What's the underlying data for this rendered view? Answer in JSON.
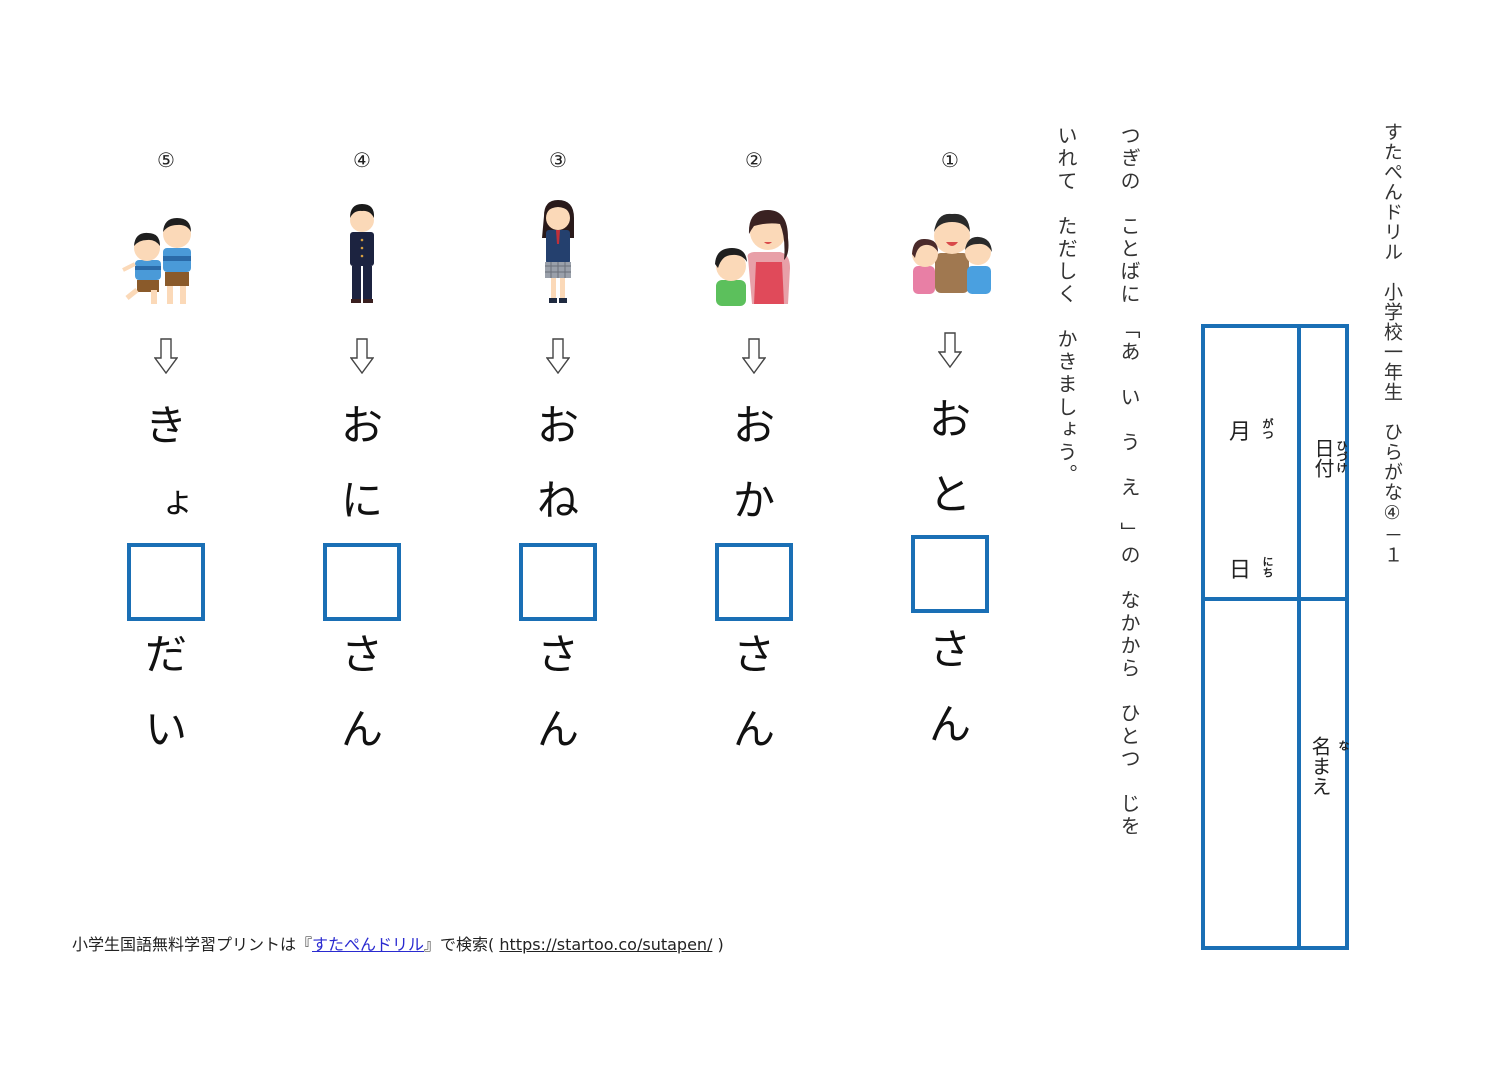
{
  "header": {
    "title": "すたぺんドリル　小学校一年生　ひらがな④－１"
  },
  "instructions": {
    "line1": "つぎの　ことばに　「あ　い　う　え　」の　なかから　ひとつ　じを",
    "line2": "いれて　ただしく　かきましょう。"
  },
  "info_table": {
    "date_label": "日付",
    "date_ruby": "ひづけ",
    "month_label": "月",
    "month_ruby": "がつ",
    "day_label": "日",
    "day_ruby": "にち",
    "name_label": "名まえ",
    "name_ruby": "な",
    "date_value": "",
    "name_value": ""
  },
  "colors": {
    "accent": "#1a6fb5",
    "link": "#2a2ad0",
    "text": "#111111"
  },
  "questions": [
    {
      "number": "①",
      "image": "family-father-hugging-children",
      "chars": [
        "お",
        "と",
        "",
        "さ",
        "ん"
      ],
      "answer_box_index": 2
    },
    {
      "number": "②",
      "image": "mother-with-child",
      "chars": [
        "お",
        "か",
        "",
        "さ",
        "ん"
      ],
      "answer_box_index": 2
    },
    {
      "number": "③",
      "image": "schoolgirl-in-uniform",
      "chars": [
        "お",
        "ね",
        "",
        "さ",
        "ん"
      ],
      "answer_box_index": 2
    },
    {
      "number": "④",
      "image": "schoolboy-in-gakuran",
      "chars": [
        "お",
        "に",
        "",
        "さ",
        "ん"
      ],
      "answer_box_index": 2
    },
    {
      "number": "⑤",
      "image": "two-brothers",
      "chars": [
        "き",
        "ょ",
        "",
        "だ",
        "い"
      ],
      "answer_box_index": 2
    }
  ],
  "footer": {
    "prefix": "小学生国語無料学習プリントは『",
    "link_text": "すたぺんドリル",
    "middle": "』で検索(",
    "url": "https://startoo.co/sutapen/",
    "suffix": ")"
  }
}
